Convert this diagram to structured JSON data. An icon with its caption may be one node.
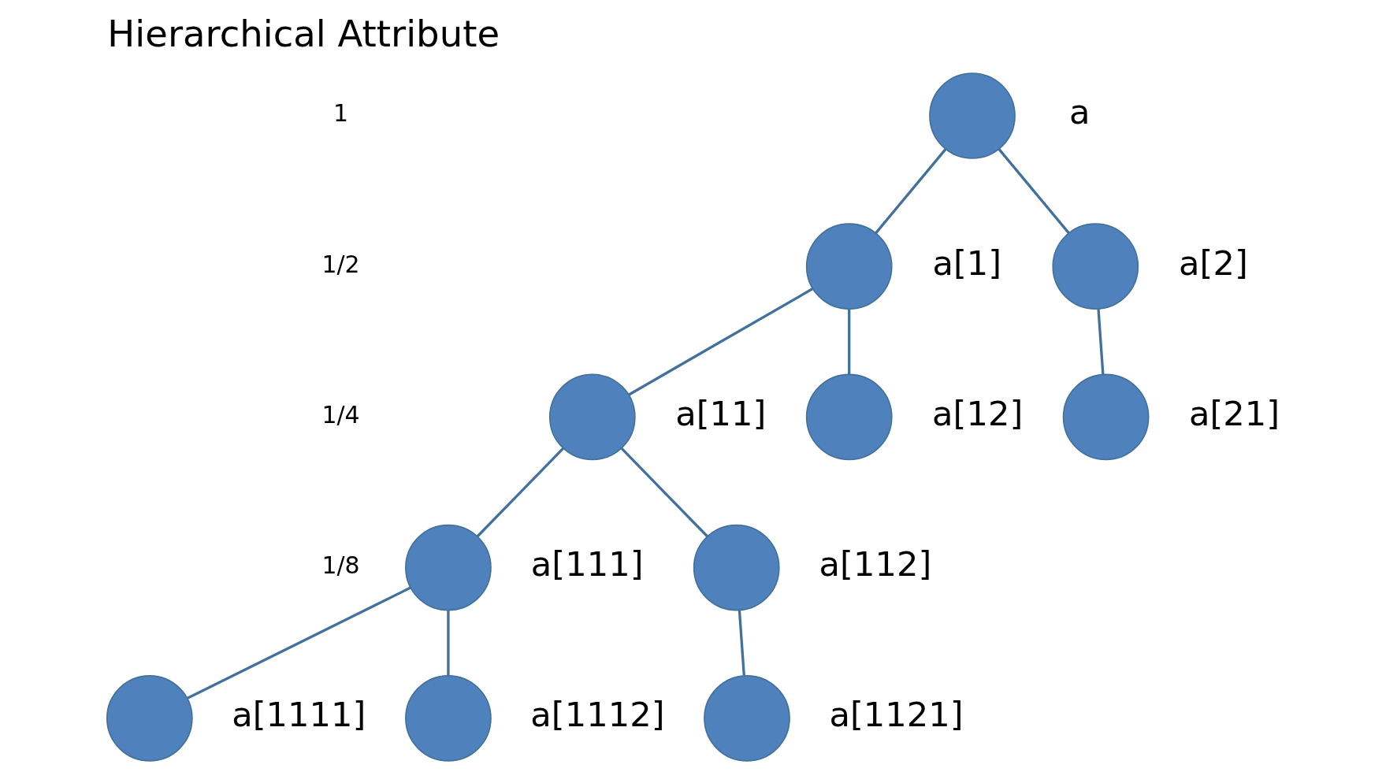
{
  "diagram": {
    "title": "Hierarchical Attribute",
    "nodes": [
      {
        "text": [],
        "shape": "circle",
        "beside": [
          "a"
        ]
      },
      {
        "text": [],
        "shape": "circle",
        "beside": [
          "a[1]"
        ]
      },
      {
        "text": [],
        "shape": "circle",
        "beside": [
          "a[2]"
        ]
      },
      {
        "text": [],
        "shape": "circle",
        "beside": [
          "a[11]"
        ]
      },
      {
        "text": [],
        "shape": "circle",
        "beside": [
          "a[12]"
        ]
      },
      {
        "text": [],
        "shape": "circle",
        "beside": [
          "a[21]"
        ]
      },
      {
        "text": [],
        "shape": "circle",
        "beside": [
          "a[111]"
        ]
      },
      {
        "text": [],
        "shape": "circle",
        "beside": [
          "a[112]"
        ]
      },
      {
        "text": [],
        "shape": "circle",
        "beside": [
          "a[1111]"
        ]
      },
      {
        "text": [],
        "shape": "circle",
        "beside": [
          "a[1112]"
        ]
      },
      {
        "text": [],
        "shape": "circle",
        "beside": [
          "a[1121]"
        ]
      }
    ],
    "edges": [
      {
        "from": 0,
        "to": 1,
        "arrow": "none"
      },
      {
        "from": 0,
        "to": 2,
        "arrow": "none"
      },
      {
        "from": 1,
        "to": 3,
        "arrow": "none"
      },
      {
        "from": 1,
        "to": 4,
        "arrow": "none"
      },
      {
        "from": 2,
        "to": 5,
        "arrow": "none"
      },
      {
        "from": 3,
        "to": 6,
        "arrow": "none"
      },
      {
        "from": 3,
        "to": 7,
        "arrow": "none"
      },
      {
        "from": 6,
        "to": 8,
        "arrow": "none"
      },
      {
        "from": 6,
        "to": 9,
        "arrow": "none"
      },
      {
        "from": 7,
        "to": 10,
        "arrow": "none"
      }
    ],
    "labels": [
      "1",
      "1/2",
      "1/4",
      "1/8"
    ]
  }
}
